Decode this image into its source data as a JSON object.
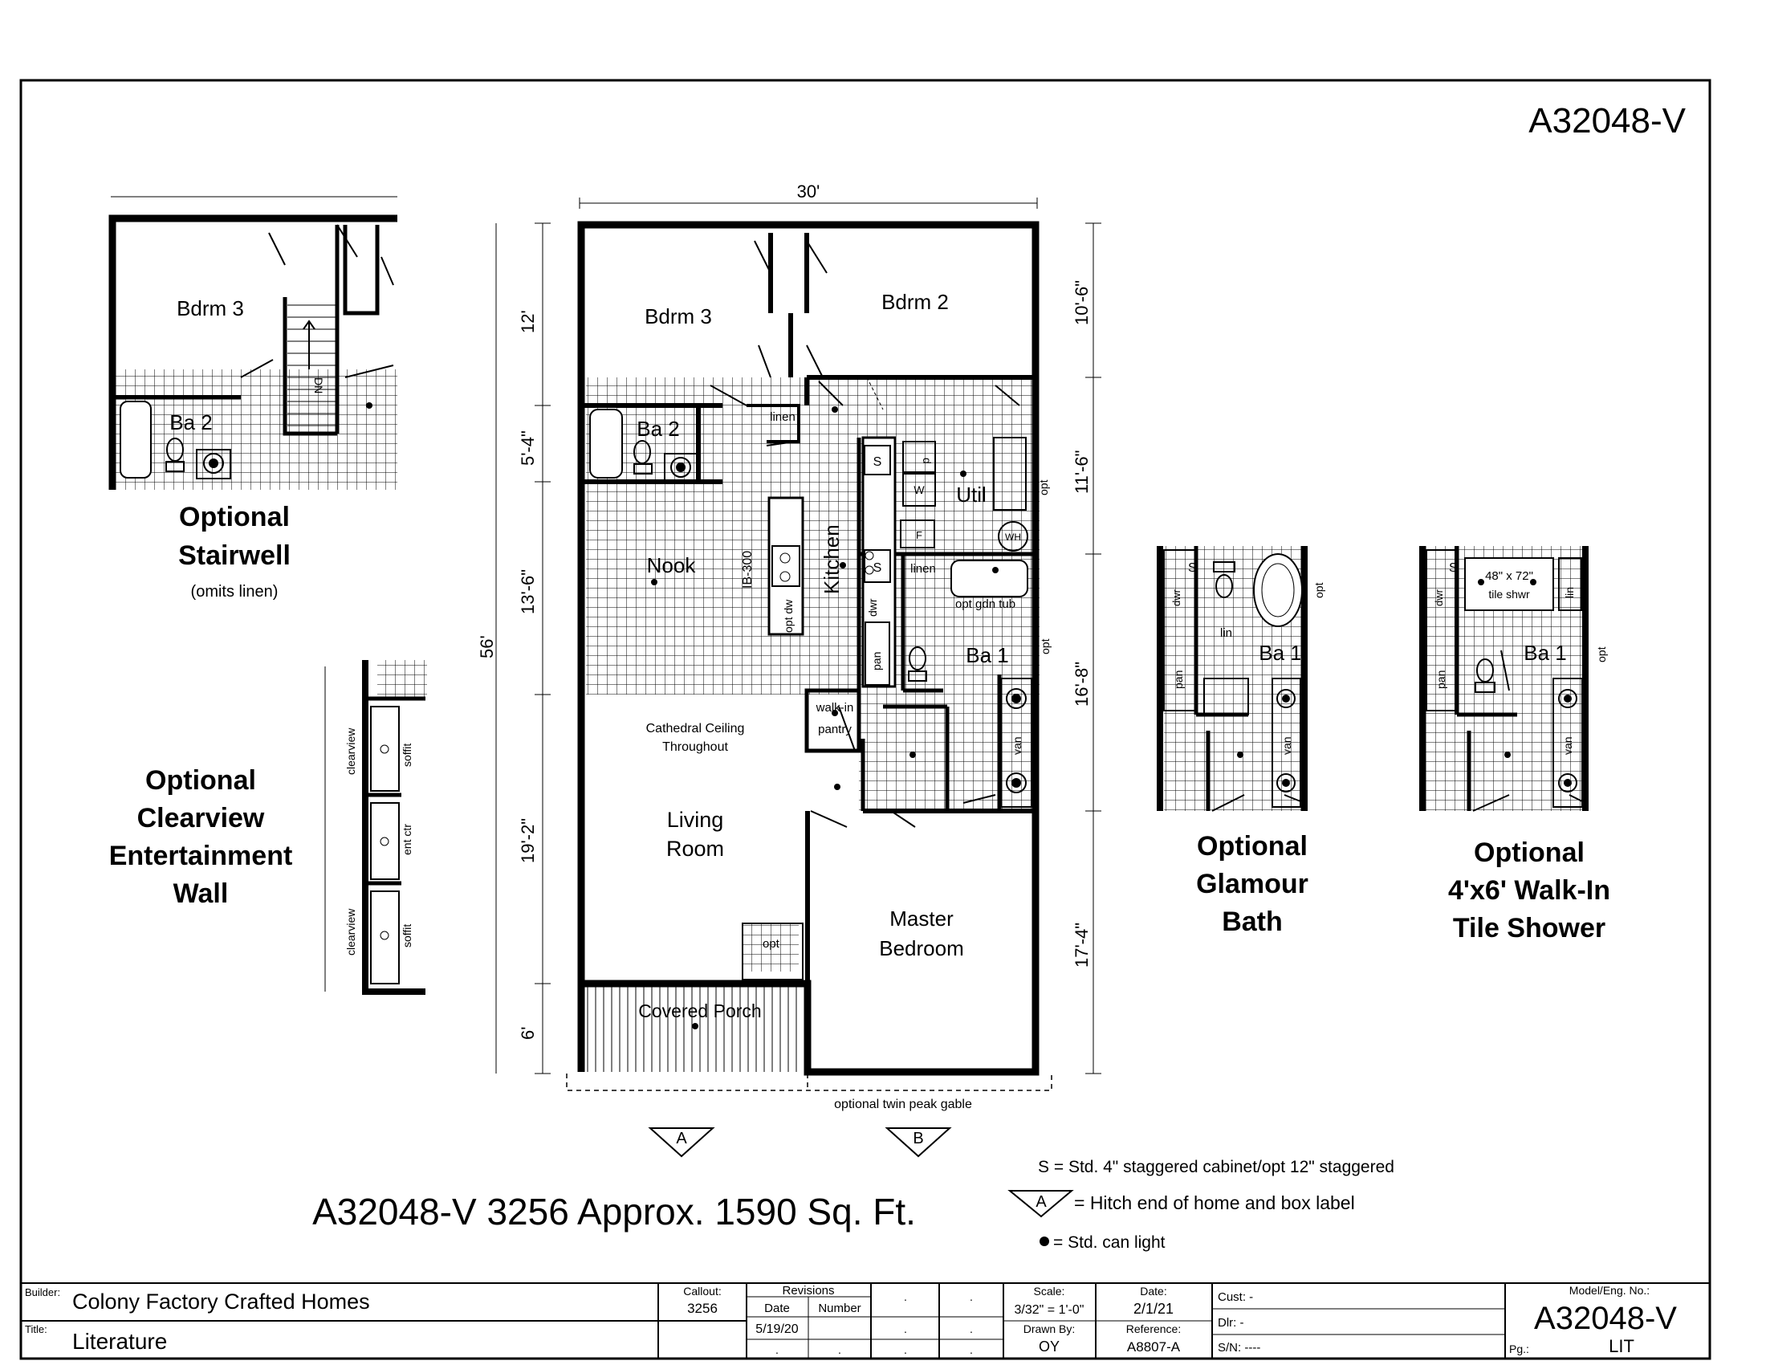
{
  "model_corner": "A32048-V",
  "main_plan": {
    "width_dim": "30'",
    "length_dim": "56'",
    "left_dims": [
      "12'",
      "5'-4\"",
      "13'-6\"",
      "19'-2\"",
      "6'"
    ],
    "right_dims": [
      "10'-6\"",
      "11'-6\"",
      "16'-8\"",
      "17'-4\""
    ],
    "rooms": {
      "bdrm3": "Bdrm 3",
      "bdrm2": "Bdrm 2",
      "ba2": "Ba 2",
      "linen": "linen",
      "linen2": "linen",
      "nook": "Nook",
      "kitchen": "Kitchen",
      "util": "Util",
      "ba1": "Ba 1",
      "walkin": "walk-in",
      "pantry": "pantry",
      "cathedral_1": "Cathedral Ceiling",
      "cathedral_2": "Throughout",
      "living_1": "Living",
      "living_2": "Room",
      "master_1": "Master",
      "master_2": "Bedroom",
      "porch": "Covered Porch"
    },
    "labels": {
      "opt_dw": "opt dw",
      "ib300": "IB-300",
      "s": "S",
      "dwr": "dwr",
      "pan": "pan",
      "van": "van",
      "opt_gdn_tub": "opt gdn tub",
      "opt": "opt",
      "w": "W",
      "d": "d",
      "f": "F",
      "wh": "WH"
    },
    "gable_note": "optional twin peak gable",
    "hitch_a": "A",
    "hitch_b": "B"
  },
  "option_stairwell": {
    "room": "Bdrm 3",
    "bath": "Ba 2",
    "dn": "DN",
    "title_1": "Optional",
    "title_2": "Stairwell",
    "note": "(omits linen)"
  },
  "option_clearview": {
    "title_1": "Optional",
    "title_2": "Clearview",
    "title_3": "Entertainment",
    "title_4": "Wall",
    "clearview": "clearview",
    "soffit": "soffit",
    "ent_ctr": "ent ctr"
  },
  "option_glamour": {
    "bath": "Ba 1",
    "lin": "lin",
    "pan": "pan",
    "van": "van",
    "s": "S",
    "dwr": "dwr",
    "opt": "opt",
    "title_1": "Optional",
    "title_2": "Glamour",
    "title_3": "Bath"
  },
  "option_shower": {
    "bath": "Ba 1",
    "shower_size": "48\" x 72\"",
    "shower_label": "tile shwr",
    "lin": "lin",
    "pan": "pan",
    "van": "van",
    "s": "S",
    "dwr": "dwr",
    "opt": "opt",
    "title_1": "Optional",
    "title_2": "4'x6' Walk-In",
    "title_3": "Tile Shower"
  },
  "summary": "A32048-V 3256 Approx. 1590 Sq. Ft.",
  "legend": {
    "s_note": "S = Std. 4\" staggered cabinet/opt 12\" staggered",
    "hitch_letter": "A",
    "hitch_note": "= Hitch end of home and box label",
    "light_note": "= Std. can light"
  },
  "title_block": {
    "builder_label": "Builder:",
    "builder": "Colony Factory Crafted Homes",
    "title_label": "Title:",
    "title": "Literature",
    "callout_label": "Callout:",
    "callout": "3256",
    "revisions_label": "Revisions",
    "date_col": "Date",
    "number_col": "Number",
    "rev_date": "5/19/20",
    "dot": ".",
    "scale_label": "Scale:",
    "scale": "3/32\" = 1'-0\"",
    "date_label": "Date:",
    "date": "2/1/21",
    "drawn_label": "Drawn By:",
    "drawn": "OY",
    "reference_label": "Reference:",
    "reference": "A8807-A",
    "cust": "Cust: -",
    "dlr": "Dlr:   -",
    "sn": "S/N:  ----",
    "model_label": "Model/Eng. No.:",
    "model": "A32048-V",
    "pg_label": "Pg.:",
    "pg": "LIT"
  }
}
